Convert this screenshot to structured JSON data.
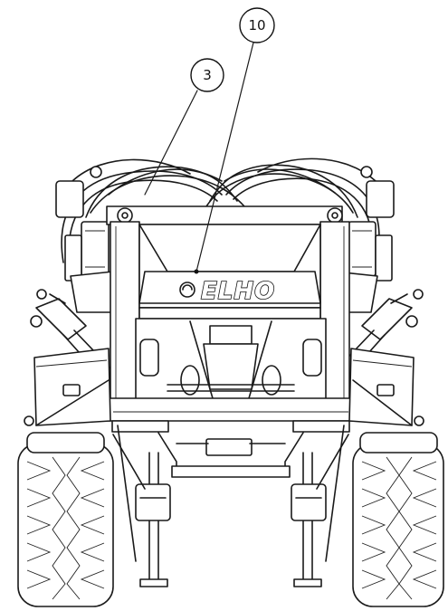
{
  "callouts": [
    {
      "id": "callout-3",
      "label": "3"
    },
    {
      "id": "callout-10",
      "label": "10"
    }
  ],
  "logo": {
    "text": "ELHO"
  },
  "colors": {
    "line": "#1a1a1a",
    "background": "#ffffff"
  }
}
